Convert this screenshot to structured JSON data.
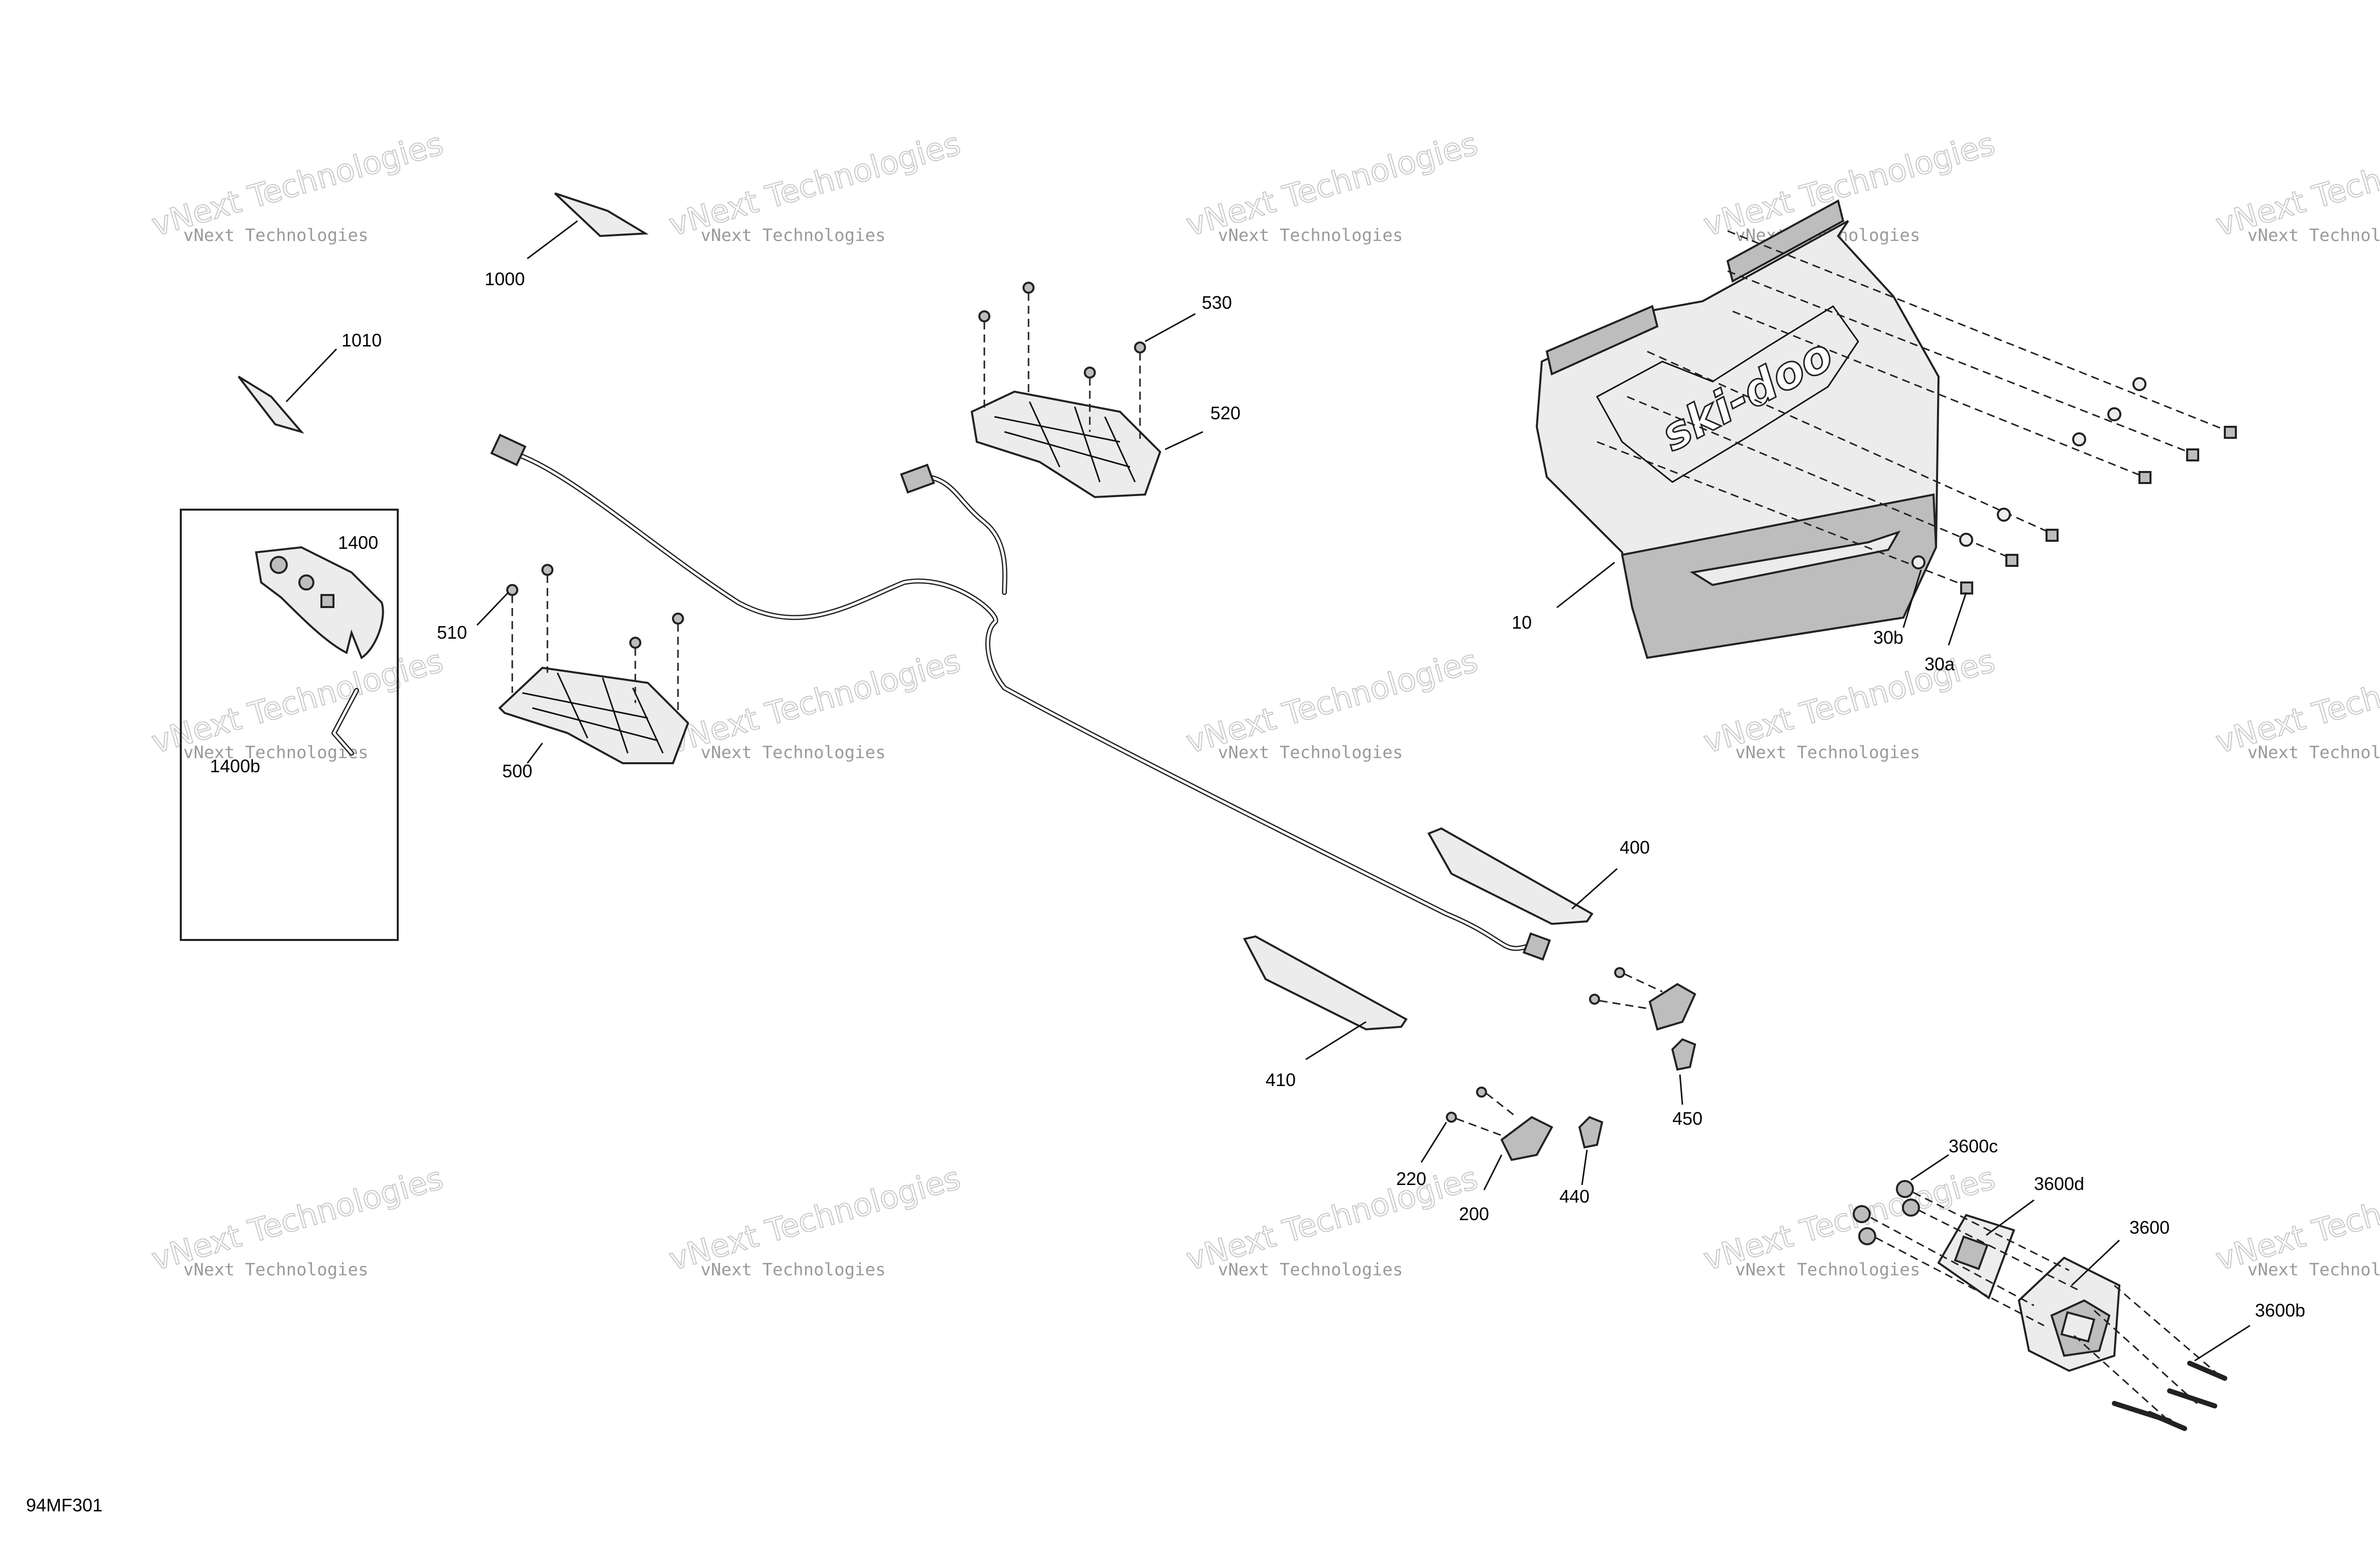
{
  "diagram_code": "94MF301",
  "watermark": {
    "line1": "vNext Technologies",
    "line2": "vNext Technologies"
  },
  "callouts": {
    "c1000": "1000",
    "c1010": "1010",
    "c530": "530",
    "c520": "520",
    "c510": "510",
    "c500": "500",
    "c1400": "1400",
    "c1400b": "1400b",
    "c10": "10",
    "c30b": "30b",
    "c30a": "30a",
    "c400": "400",
    "c410": "410",
    "c450": "450",
    "c220": "220",
    "c200": "200",
    "c440": "440",
    "c3600c": "3600c",
    "c3600d": "3600d",
    "c3600": "3600",
    "c3600b": "3600b"
  },
  "brand_mark": "ski-doo",
  "colors": {
    "ink": "#222222",
    "fill": "#ececec",
    "shade": "#bdbdbd",
    "watermark": "#9a9a9a"
  }
}
